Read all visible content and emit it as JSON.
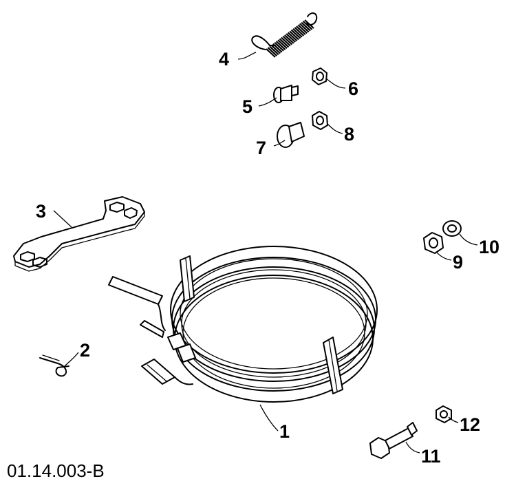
{
  "diagram": {
    "drawing_code": "01.14.003-B",
    "callouts": [
      {
        "id": "1",
        "label": "1"
      },
      {
        "id": "2",
        "label": "2"
      },
      {
        "id": "3",
        "label": "3"
      },
      {
        "id": "4",
        "label": "4"
      },
      {
        "id": "5",
        "label": "5"
      },
      {
        "id": "6",
        "label": "6"
      },
      {
        "id": "7",
        "label": "7"
      },
      {
        "id": "8",
        "label": "8"
      },
      {
        "id": "9",
        "label": "9"
      },
      {
        "id": "10",
        "label": "10"
      },
      {
        "id": "11",
        "label": "11"
      },
      {
        "id": "12",
        "label": "12"
      }
    ]
  },
  "colors": {
    "ink": "#000000",
    "paper": "#ffffff"
  }
}
